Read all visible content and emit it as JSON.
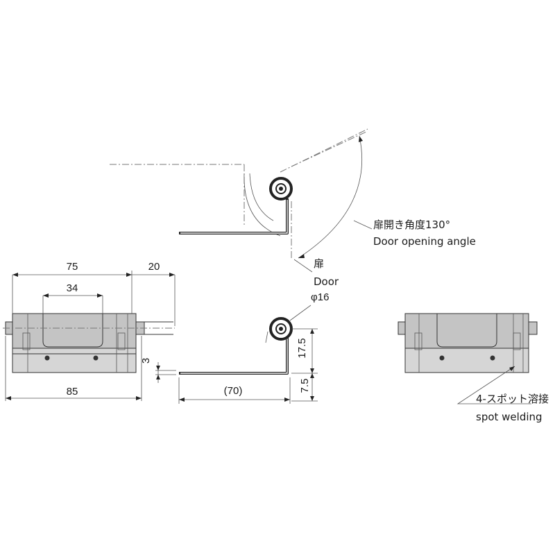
{
  "dimensions": {
    "top_overall": "75",
    "top_pin": "20",
    "center_width": "34",
    "bottom_overall": "85",
    "thickness": "3",
    "leaf_length": "(70)",
    "height_upper": "17.5",
    "height_lower": "7.5",
    "pin_diameter": "φ16"
  },
  "labels": {
    "angle_jp": "扉開き角度130°",
    "angle_en": "Door opening angle",
    "door_jp": "扉",
    "door_en": "Door",
    "weld_jp": "4-スポット溶接",
    "weld_en": "spot welding"
  }
}
